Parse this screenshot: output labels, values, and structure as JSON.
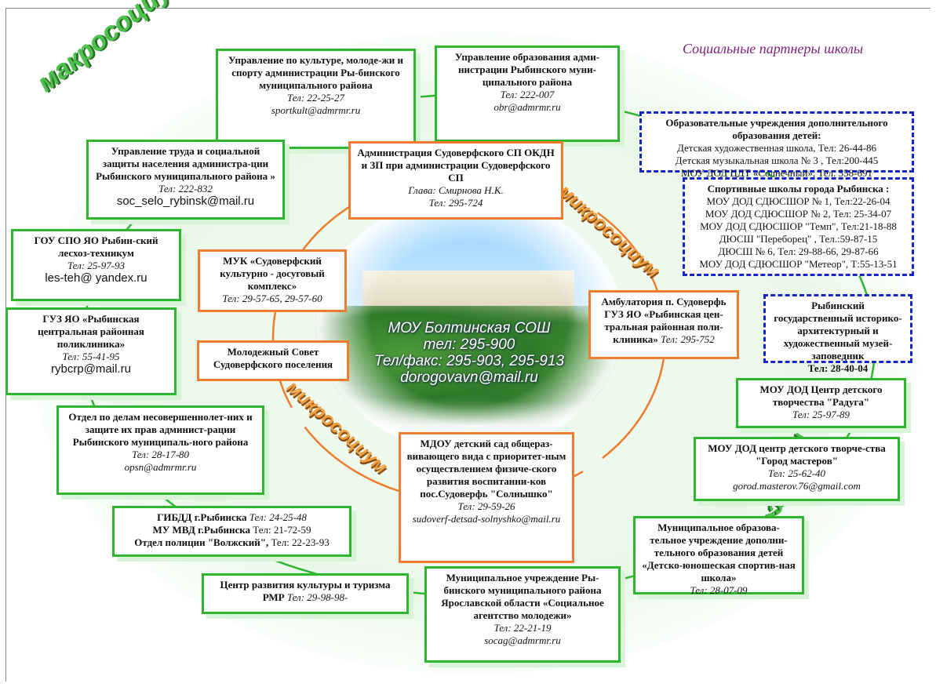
{
  "title": "Социальные партнеры школы",
  "wordart": {
    "macro_left": "макросоциум",
    "macro_right": "макросоциум",
    "micro_right": "микросоциум",
    "micro_left": "микросоциум"
  },
  "center": {
    "line1": "МОУ Болтинская СОШ",
    "line2": "тел: 295-900",
    "line3": "Тел/факс: 295-903, 295-913",
    "line4": "dorogovavn@mail.ru"
  },
  "boxes": {
    "culture": {
      "title": "Управление по культуре, молоде-жи и спорту администрации Ры-бинского муниципального района",
      "phone": "Тел:  22-25-27",
      "email": "sportkult@admrmr.ru"
    },
    "education": {
      "title": "Управление образования адми-нистрации Рыбинского муни-ципального района",
      "phone": "Тел:  222-007",
      "email": "obr@admrmr.ru"
    },
    "labour": {
      "title": "Управление труда и социальной защиты населения администра-ции Рыбинского муниципального района »",
      "phone": "Тел:  222-832",
      "email": "soc_selo_rybinsk@mail.ru"
    },
    "lesteh": {
      "title": "ГОУ СПО ЯО Рыбин-ский лесхоз-техникум",
      "phone": "Тел:  25-97-93",
      "email": "les-teh@ yandex.ru"
    },
    "polyclinic": {
      "title": "ГУЗ ЯО «Рыбинская центральная районная поликлиника»",
      "phone": "Тел:  55-41-95",
      "email": "rybcrp@mail.ru"
    },
    "minors": {
      "title": "Отдел по делам несовершеннолет-них и защите их прав админист-рации Рыбинского муниципаль-ного района",
      "phone": "Тел:  28-17-80",
      "email": "opsn@admrmr.ru"
    },
    "police": {
      "line1": "ГИБДД г.Рыбинска",
      "phone1": "Тел:  24-25-48",
      "line2": "МУ МВД г.Рыбинска",
      "phone2": "Тел: 21-72-59",
      "line3": "Отдел полиции \"Волжский\",",
      "phone3": "Тел: 22-23-93"
    },
    "tourism": {
      "title": "Центр      развития культуры и туризма РМР",
      "phone": "Тел:  29-98-98-"
    },
    "youth_agency": {
      "title": "Муниципальное учреждение Ры-бинского муниципального района Ярославской области «Социальное агентство молодежи»",
      "phone": "Тел:  22-21-19",
      "email": "socag@admrmr.ru"
    },
    "sport_school": {
      "title": "Муниципальное образова-тельное учреждение дополни-тельного образования детей «Детско-юношеская спортив-ная школа»",
      "phone": "Тел:  28-07-09"
    },
    "masters": {
      "title": "МОУ ДОД центр детского творче-ства \"Город мастеров\"",
      "phone": "Тел:  25-62-40",
      "email": "gorod.masterov.76@gmail.com"
    },
    "raduga": {
      "title": "МОУ ДОД Центр детского творчества  \"Радуга\"",
      "phone": "Тел:  25-97-89"
    },
    "museum": {
      "title": "Рыбинский государственный историко-архитектурный и художественный музей-заповедник",
      "phone": "Тел:  28-40-04"
    },
    "dop_edu": {
      "title": "Образовательные учреждения дополнительного образования детей:",
      "lines": [
        "Детская художественная школа, Тел: 26-44-86",
        "Детская музыкальная школа № 3 , Тел:200-445",
        "МОУ ДОД   ЦДТ «Солнечный», Тел. 558-691"
      ]
    },
    "sport_schools": {
      "title": "Спортивные школы города Рыбинска :",
      "lines": [
        "МОУ ДОД СДЮСШОР № 1, Тел:22-26-04",
        "МОУ ДОД СДЮСШОР № 2, Тел: 25-34-07",
        "МОУ ДОД СДЮСШОР \"Темп\", Тел:21-18-88",
        "ДЮСШ \"Переборец\" , Тел.:59-87-15",
        "ДЮСШ № 6, Тел: 29-88-66, 29-87-66",
        "МОУ ДОД СДЮСШОР \"Метеор\", Т:55-13-51"
      ]
    },
    "admin": {
      "title": "Администрация Судоверфского СП ОКДН и ЗП при администрации Судоверфского СП",
      "head": "Глава: Смирнова Н.К.",
      "phone": "Тел: 295-724"
    },
    "muk": {
      "title": "МУК «Судоверфский культурно - досуговый комплекс»",
      "phone": "Тел: 29-57-65, 29-57-60"
    },
    "youth_council": {
      "title": "Молодежный Совет Судоверфского поселения"
    },
    "ambulatory": {
      "title": "Амбулатория п. Судоверфь ГУЗ ЯО «Рыбинская цен-тральная районная поли-клиника»",
      "phone": "Тел: 295-752"
    },
    "kindergarten": {
      "title": "МДОУ детский сад общераз-вивающего вида с приоритет-ным осуществлением физиче-ского развития воспитанни-ков пос.Судоверфь \"Солнышко\"",
      "phone": "Тел: 29-59-26",
      "email": "sudoverf-detsad-solnyshko@mail.ru"
    }
  }
}
